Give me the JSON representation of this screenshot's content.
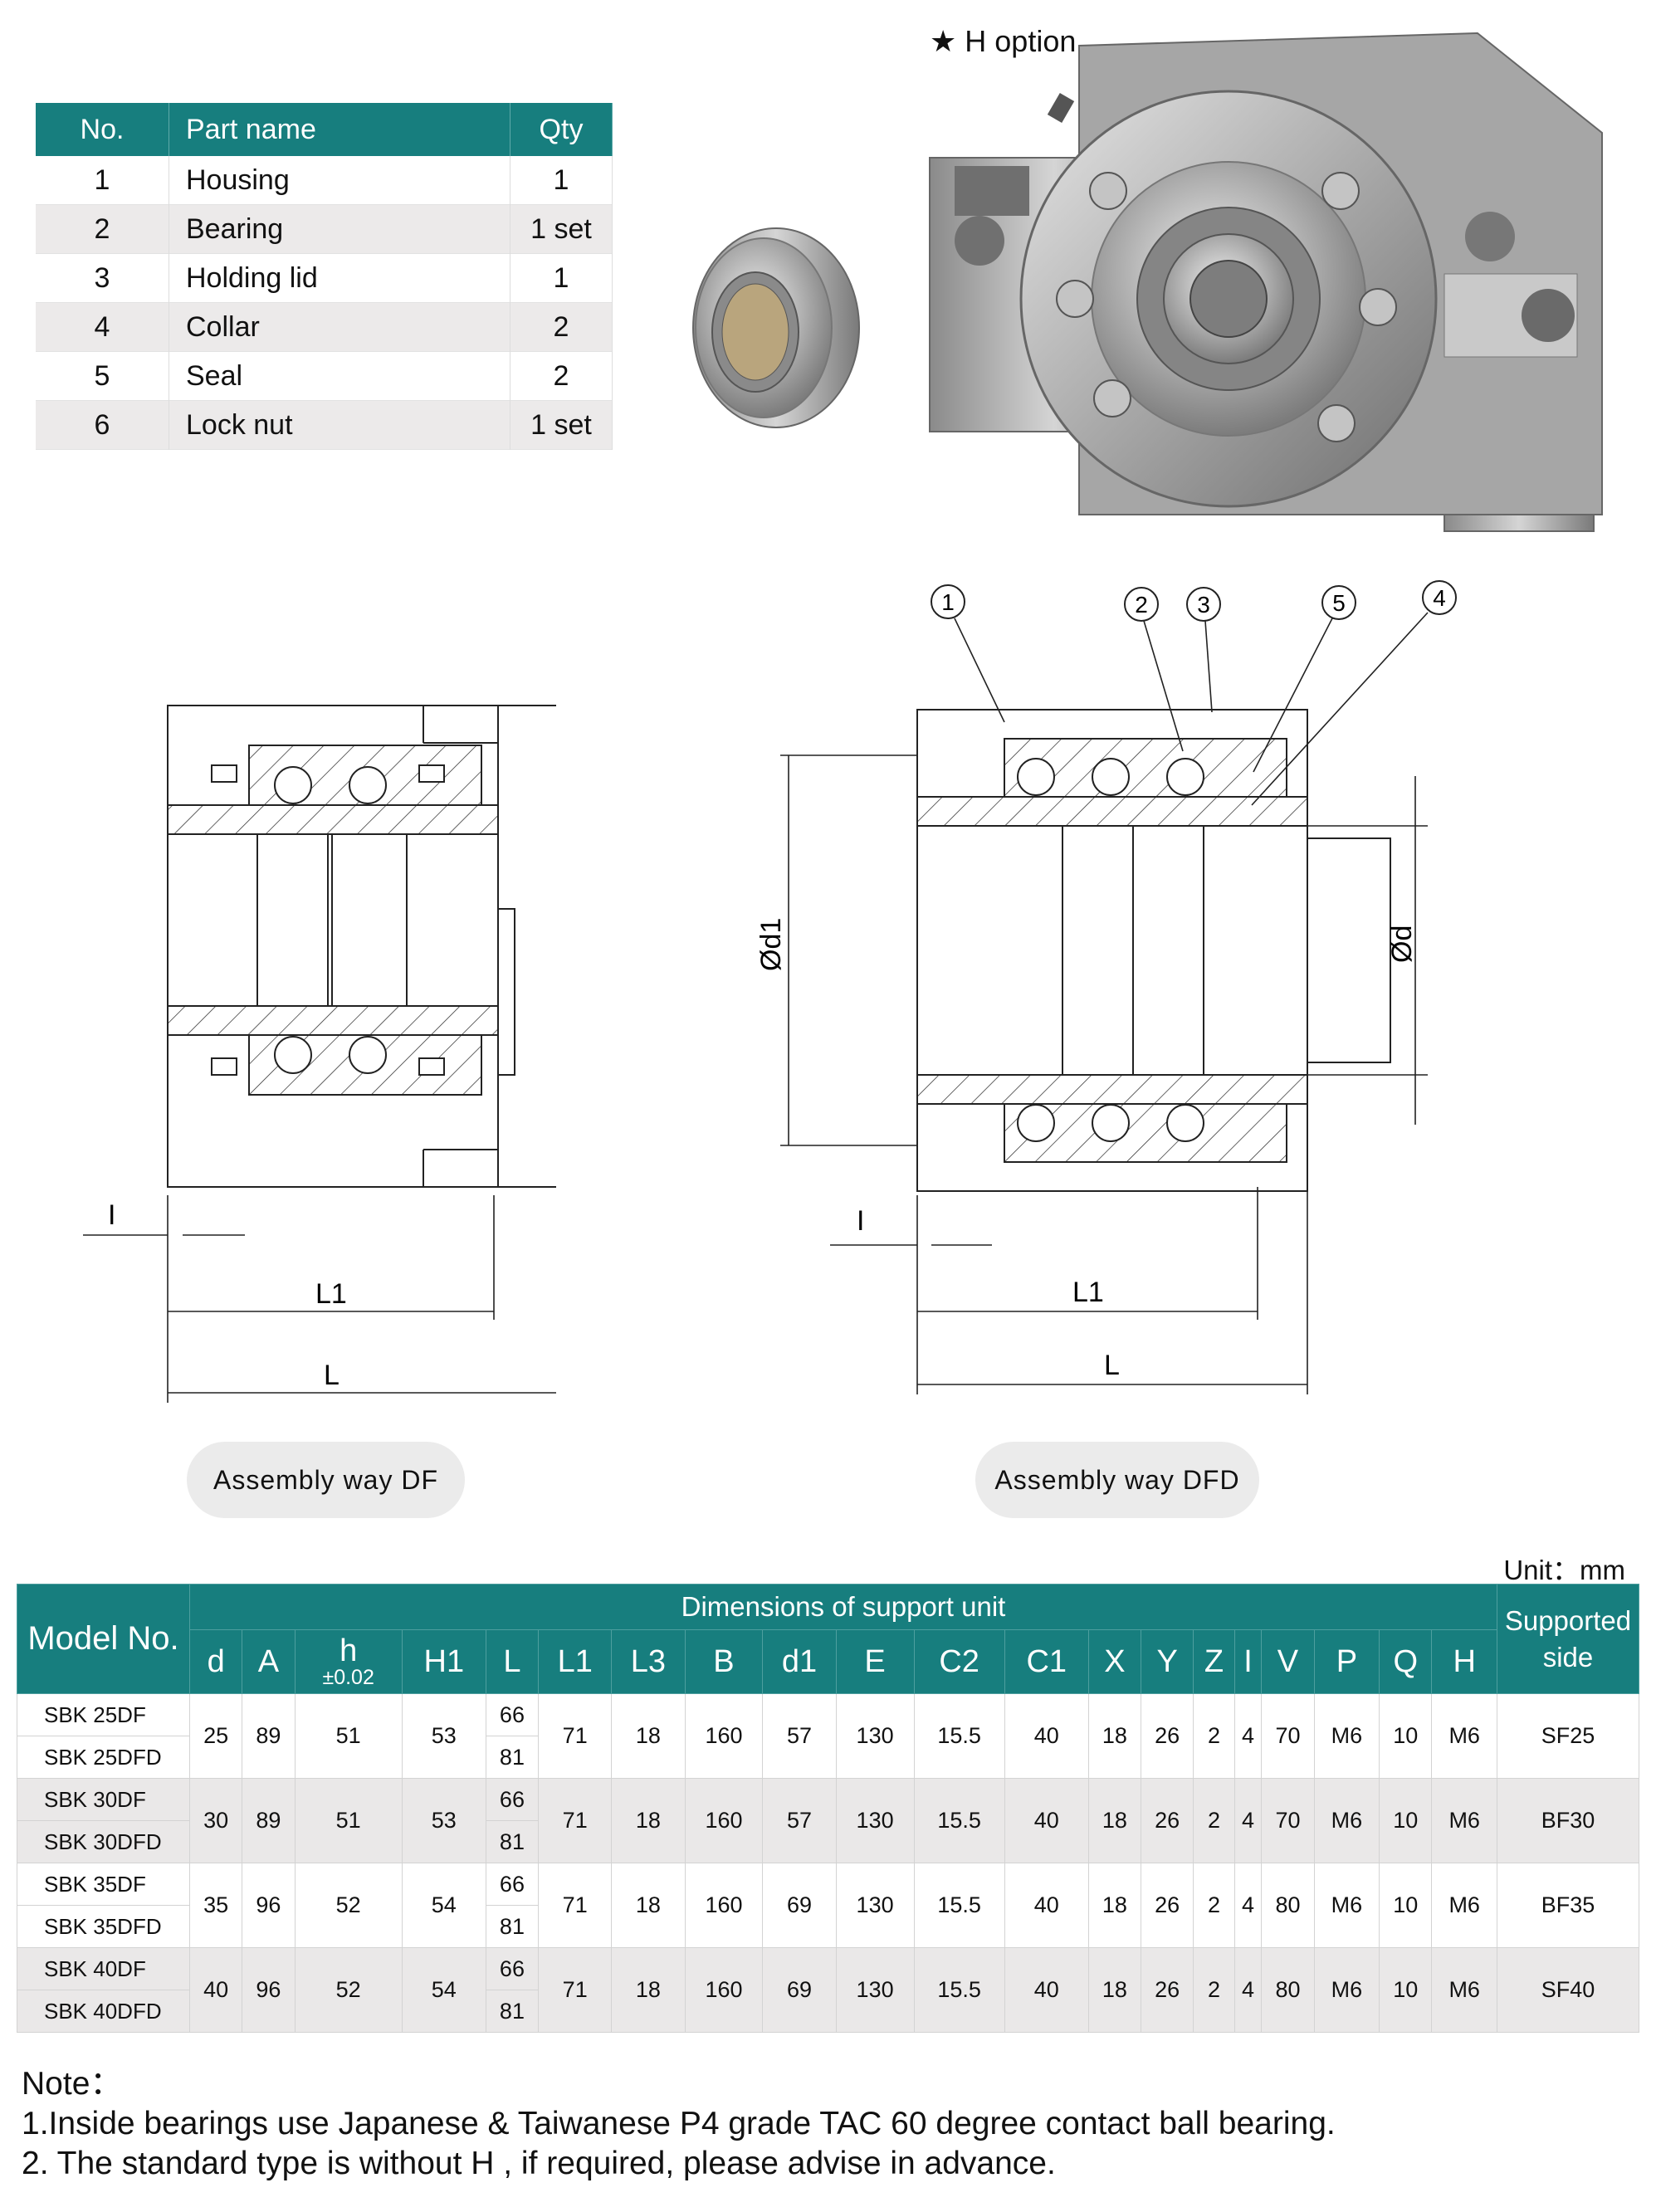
{
  "parts_table": {
    "headers": [
      "No.",
      "Part name",
      "Qty"
    ],
    "rows": [
      {
        "no": "1",
        "name": "Housing",
        "qty": "1"
      },
      {
        "no": "2",
        "name": "Bearing",
        "qty": "1 set"
      },
      {
        "no": "3",
        "name": "Holding lid",
        "qty": "1"
      },
      {
        "no": "4",
        "name": "Collar",
        "qty": "2"
      },
      {
        "no": "5",
        "name": "Seal",
        "qty": "2"
      },
      {
        "no": "6",
        "name": "Lock nut",
        "qty": "1 set"
      }
    ]
  },
  "product_image": {
    "h_option_label": "★ H option"
  },
  "drawings": {
    "callouts": [
      "1",
      "2",
      "3",
      "5",
      "4"
    ],
    "dim_labels": {
      "i": "I",
      "l1": "L1",
      "l": "L",
      "od1": "Ød1",
      "od": "Ød"
    },
    "assembly_df": "Assembly way DF",
    "assembly_dfd": "Assembly way DFD"
  },
  "dimensions_table": {
    "unit": "Unit：mm",
    "model_header": "Model No.",
    "group_header": "Dimensions of support unit",
    "supported_header": [
      "Supported",
      "side"
    ],
    "columns": [
      "d",
      "A",
      "h",
      "H1",
      "L",
      "L1",
      "L3",
      "B",
      "d1",
      "E",
      "C2",
      "C1",
      "X",
      "Y",
      "Z",
      "I",
      "V",
      "P",
      "Q",
      "H"
    ],
    "h_tolerance": "±0.02",
    "groups": [
      {
        "models": [
          "SBK 25DF",
          "SBK 25DFD"
        ],
        "d": "25",
        "A": "89",
        "h": "51",
        "H1": "53",
        "L": [
          "66",
          "81"
        ],
        "L1": "71",
        "L3": "18",
        "B": "160",
        "d1": "57",
        "E": "130",
        "C2": "15.5",
        "C1": "40",
        "X": "18",
        "Y": "26",
        "Z": "2",
        "I": "4",
        "V": "70",
        "P": "M6",
        "Q": "10",
        "H": "M6",
        "side": "SF25"
      },
      {
        "models": [
          "SBK 30DF",
          "SBK 30DFD"
        ],
        "d": "30",
        "A": "89",
        "h": "51",
        "H1": "53",
        "L": [
          "66",
          "81"
        ],
        "L1": "71",
        "L3": "18",
        "B": "160",
        "d1": "57",
        "E": "130",
        "C2": "15.5",
        "C1": "40",
        "X": "18",
        "Y": "26",
        "Z": "2",
        "I": "4",
        "V": "70",
        "P": "M6",
        "Q": "10",
        "H": "M6",
        "side": "BF30"
      },
      {
        "models": [
          "SBK 35DF",
          "SBK 35DFD"
        ],
        "d": "35",
        "A": "96",
        "h": "52",
        "H1": "54",
        "L": [
          "66",
          "81"
        ],
        "L1": "71",
        "L3": "18",
        "B": "160",
        "d1": "69",
        "E": "130",
        "C2": "15.5",
        "C1": "40",
        "X": "18",
        "Y": "26",
        "Z": "2",
        "I": "4",
        "V": "80",
        "P": "M6",
        "Q": "10",
        "H": "M6",
        "side": "BF35"
      },
      {
        "models": [
          "SBK 40DF",
          "SBK 40DFD"
        ],
        "d": "40",
        "A": "96",
        "h": "52",
        "H1": "54",
        "L": [
          "66",
          "81"
        ],
        "L1": "71",
        "L3": "18",
        "B": "160",
        "d1": "69",
        "E": "130",
        "C2": "15.5",
        "C1": "40",
        "X": "18",
        "Y": "26",
        "Z": "2",
        "I": "4",
        "V": "80",
        "P": "M6",
        "Q": "10",
        "H": "M6",
        "side": "SF40"
      }
    ]
  },
  "notes": {
    "title": "Note：",
    "lines": [
      "1.Inside bearings use Japanese & Taiwanese P4 grade TAC 60 degree contact ball bearing.",
      "2. The standard type is without  H , if required, please advise in advance."
    ]
  }
}
